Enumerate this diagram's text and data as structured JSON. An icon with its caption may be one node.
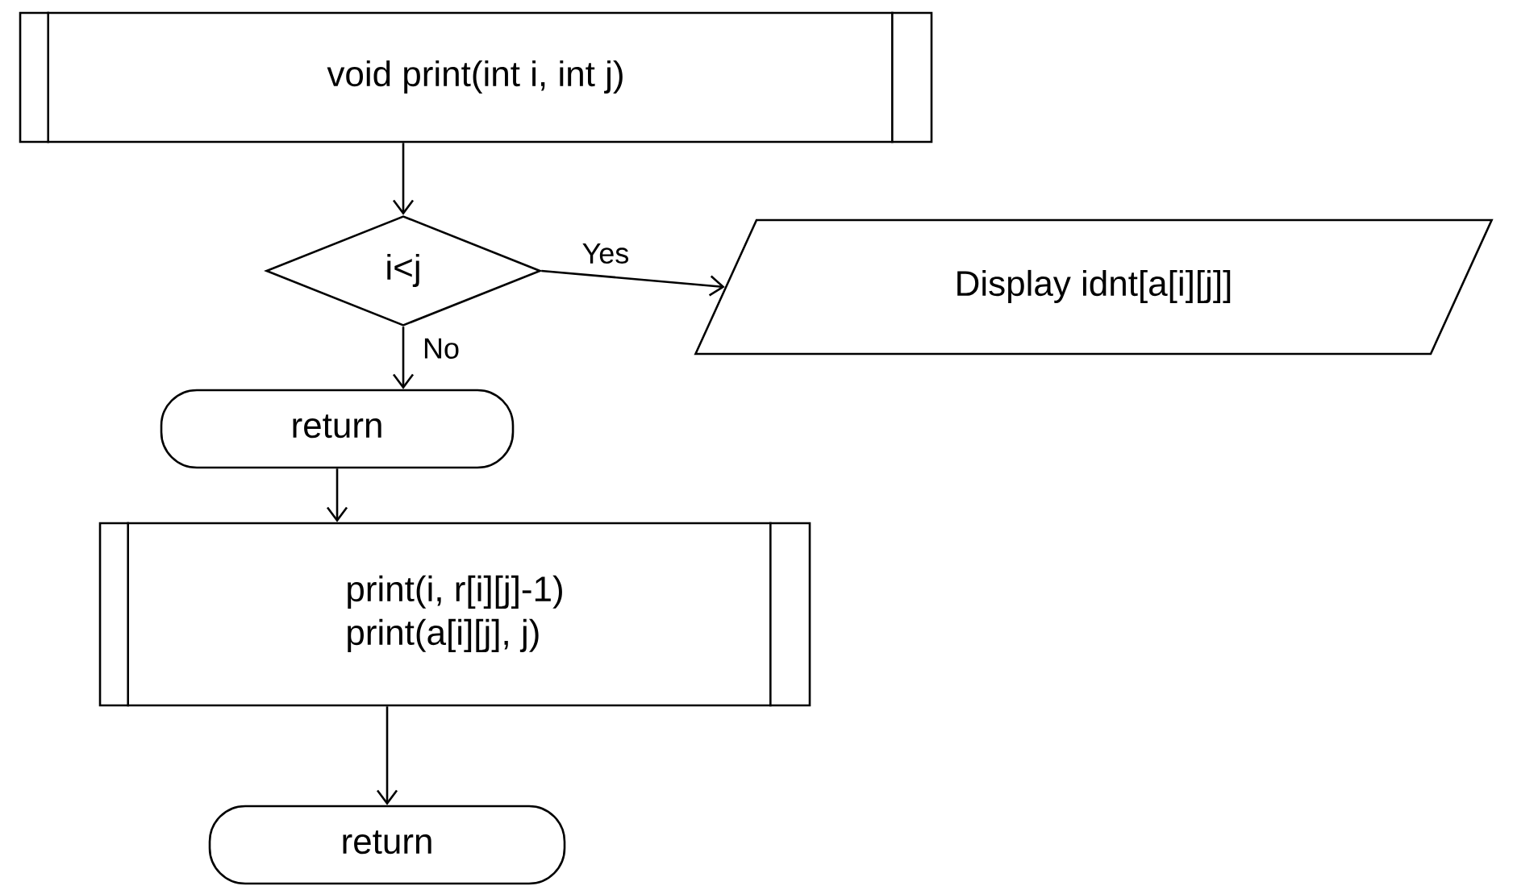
{
  "diagram": {
    "nodes": [
      {
        "text": [
          "void print(int i, int j)"
        ]
      },
      {
        "text": [
          "i<j"
        ]
      },
      {
        "text": [
          "Display idnt[a[i][j]]"
        ]
      },
      {
        "text": [
          "return"
        ]
      },
      {
        "text": [
          "print(i, r[i][j]-1)",
          "print(a[i][j], j)"
        ]
      },
      {
        "text": [
          "return"
        ]
      }
    ],
    "edges": [
      {
        "from": 0,
        "to": 1,
        "arrow": "to"
      },
      {
        "from": 1,
        "to": 2,
        "arrow": "to",
        "label": "Yes"
      },
      {
        "from": 1,
        "to": 3,
        "arrow": "to",
        "label": "No"
      },
      {
        "from": 3,
        "to": 4,
        "arrow": "to"
      },
      {
        "from": 4,
        "to": 5,
        "arrow": "to"
      }
    ]
  }
}
